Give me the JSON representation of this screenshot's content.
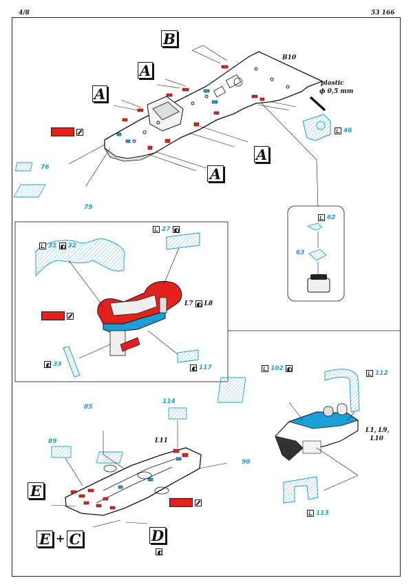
{
  "header": {
    "page": "4/8",
    "code": "53 166"
  },
  "letters": {
    "A": "A",
    "B": "B",
    "C": "C",
    "D": "D",
    "E": "E",
    "plus": "+"
  },
  "labels": {
    "B10": "B10",
    "plastic": "plastic",
    "rod": "ϕ 0,5 mm",
    "L7": "L7",
    "L8": "L8",
    "L11": "L11",
    "L1L9": "L1, L9,",
    "L10": "L10"
  },
  "parts": {
    "p46": "46",
    "p76": "76",
    "p79": "79",
    "p62": "62",
    "p63": "63",
    "p31": "31",
    "p32": "32",
    "p27": "27",
    "p33": "33",
    "p117": "117",
    "p85": "85",
    "p114": "114",
    "p89": "89",
    "p90": "90",
    "p102": "102",
    "p112": "112",
    "p113": "113"
  },
  "icons": {
    "bend": "bend-icon",
    "flip": "flip-icon",
    "knife": "knife-icon"
  },
  "colors": {
    "paint": "#e3231b",
    "etch": "#1a9fd6",
    "line": "#111111"
  }
}
